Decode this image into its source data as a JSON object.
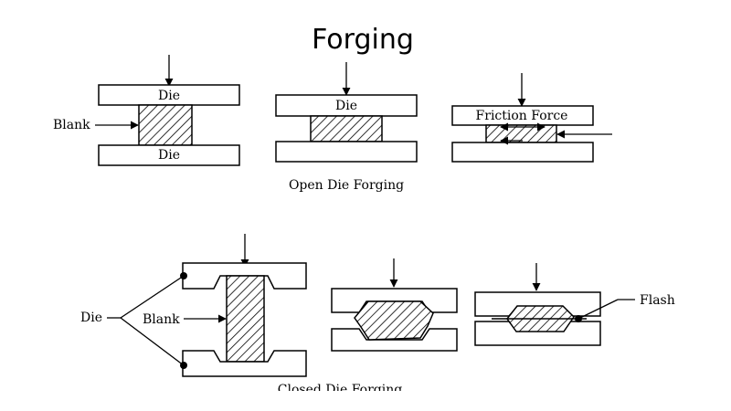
{
  "title": "Forging",
  "open_die": {
    "caption": "Open Die Forging",
    "stage1": {
      "top_die_label": "Die",
      "bottom_die_label": "Die",
      "blank_label": "Blank"
    },
    "stage2": {
      "top_die_label": "Die"
    },
    "stage3": {
      "top_die_label": "Friction Force"
    }
  },
  "closed_die": {
    "caption": "Closed Die Forging",
    "die_label": "Die",
    "blank_label": "Blank",
    "flash_label": "Flash"
  },
  "colors": {
    "ink": "#000000",
    "background": "#ffffff"
  }
}
